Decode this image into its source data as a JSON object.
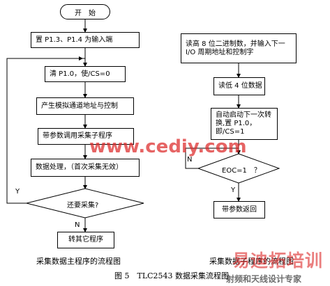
{
  "main_flow": {
    "start": "开　始",
    "set_input": "置 P1.3、P1.4 为输入端",
    "clear_cs": "清 P1.0，使/CS=0",
    "gen_addr": "产生模拟通道地址与控制",
    "call_sub": "带参数调用采集子程序",
    "process": "数据处理，（首次采集无效）",
    "decision": "还要采集?",
    "yes": "Y",
    "no": "N",
    "other": "转其它程序",
    "caption": "采集数据主程序的流程图"
  },
  "sub_flow": {
    "read8": "读高 8 位二进制数，并输入下一 I/O 周期地址和控制字",
    "read4": "读低 4 位数据",
    "auto": "自动启动下一次转换,置 P1.0，即/CS=1",
    "decision": "EOC=1　？",
    "no": "N",
    "yes": "Y",
    "ret": "带参数返回",
    "caption": "采集数据子程序的流程图"
  },
  "figure_caption": "图 5　TLC2543 数据采集流程图",
  "watermarks": {
    "site": "www.cediy.com",
    "brand": "易迪拓培训",
    "slogan": "射频和天线设计专家"
  }
}
